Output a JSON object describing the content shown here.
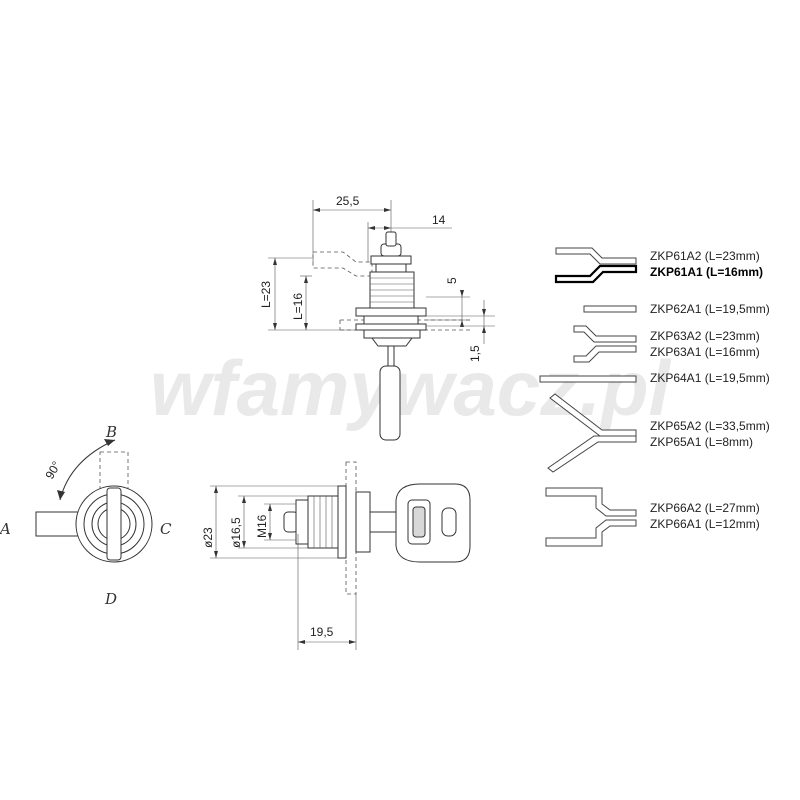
{
  "watermark": "wfamywacz.pl",
  "dimensions": {
    "top_width": "25,5",
    "top_offset": "14",
    "height_l23": "L=23",
    "height_l16": "L=16",
    "gap_5": "5",
    "thickness": "1,5",
    "dia_outer": "ø23",
    "dia_inner": "ø16,5",
    "thread": "M16",
    "length": "19,5"
  },
  "rotation": {
    "angle": "90°",
    "positions": [
      "A",
      "B",
      "C",
      "D"
    ]
  },
  "cams": [
    {
      "label": "ZKP61A2 (L=23mm)",
      "bold": false
    },
    {
      "label": "ZKP61A1 (L=16mm)",
      "bold": true
    },
    {
      "label": "ZKP62A1 (L=19,5mm)",
      "bold": false
    },
    {
      "label": "ZKP63A2 (L=23mm)",
      "bold": false
    },
    {
      "label": "ZKP63A1 (L=16mm)",
      "bold": false
    },
    {
      "label": "ZKP64A1 (L=19,5mm)",
      "bold": false
    },
    {
      "label": "ZKP65A2 (L=33,5mm)",
      "bold": false
    },
    {
      "label": "ZKP65A1 (L=8mm)",
      "bold": false
    },
    {
      "label": "ZKP66A2 (L=27mm)",
      "bold": false
    },
    {
      "label": "ZKP66A1 (L=12mm)",
      "bold": false
    }
  ]
}
